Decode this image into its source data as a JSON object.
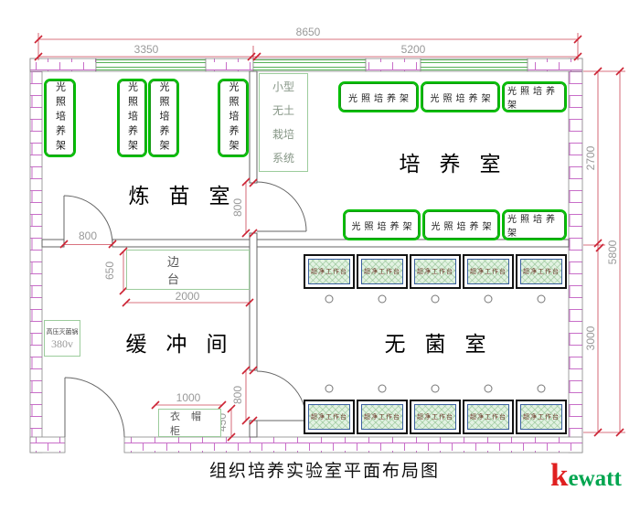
{
  "caption": "组织培养实验室平面布局图",
  "logo": {
    "first_letter": "k",
    "rest": "ewatt"
  },
  "rooms": {
    "hardening": "炼苗室",
    "culture": "培养室",
    "buffer": "缓冲间",
    "sterile": "无菌室"
  },
  "equipment": {
    "light_rack": "光照培养架",
    "clean_bench": "超净工作台",
    "side_bench": "边台",
    "wardrobe": "衣帽柜",
    "autoclave": "高压灭菌锅",
    "autoclave_voltage": "380v",
    "soilless_line1": "小型",
    "soilless_line2": "无土",
    "soilless_line3": "栽培",
    "soilless_line4": "系统"
  },
  "dimensions": {
    "overall_width": "8650",
    "hardening_width": "3350",
    "culture_width": "5200",
    "culture_depth": "2700",
    "sterile_depth": "3000",
    "right_overall": "5800",
    "hardening_door": "800",
    "culture_door": "800",
    "sterile_door": "800",
    "side_bench_depth": "650",
    "side_bench_length": "2000",
    "wardrobe_length": "1000",
    "wardrobe_depth": "450"
  },
  "colors": {
    "wall_brick": "#c86ec8",
    "window_green": "#55b055",
    "rack_green": "#00bf00",
    "dimension_red": "#cc4455",
    "dimension_text": "#999999",
    "logo_red": "#e02020",
    "logo_green": "#00a54f",
    "bench_fill": "#e2f2e2"
  }
}
